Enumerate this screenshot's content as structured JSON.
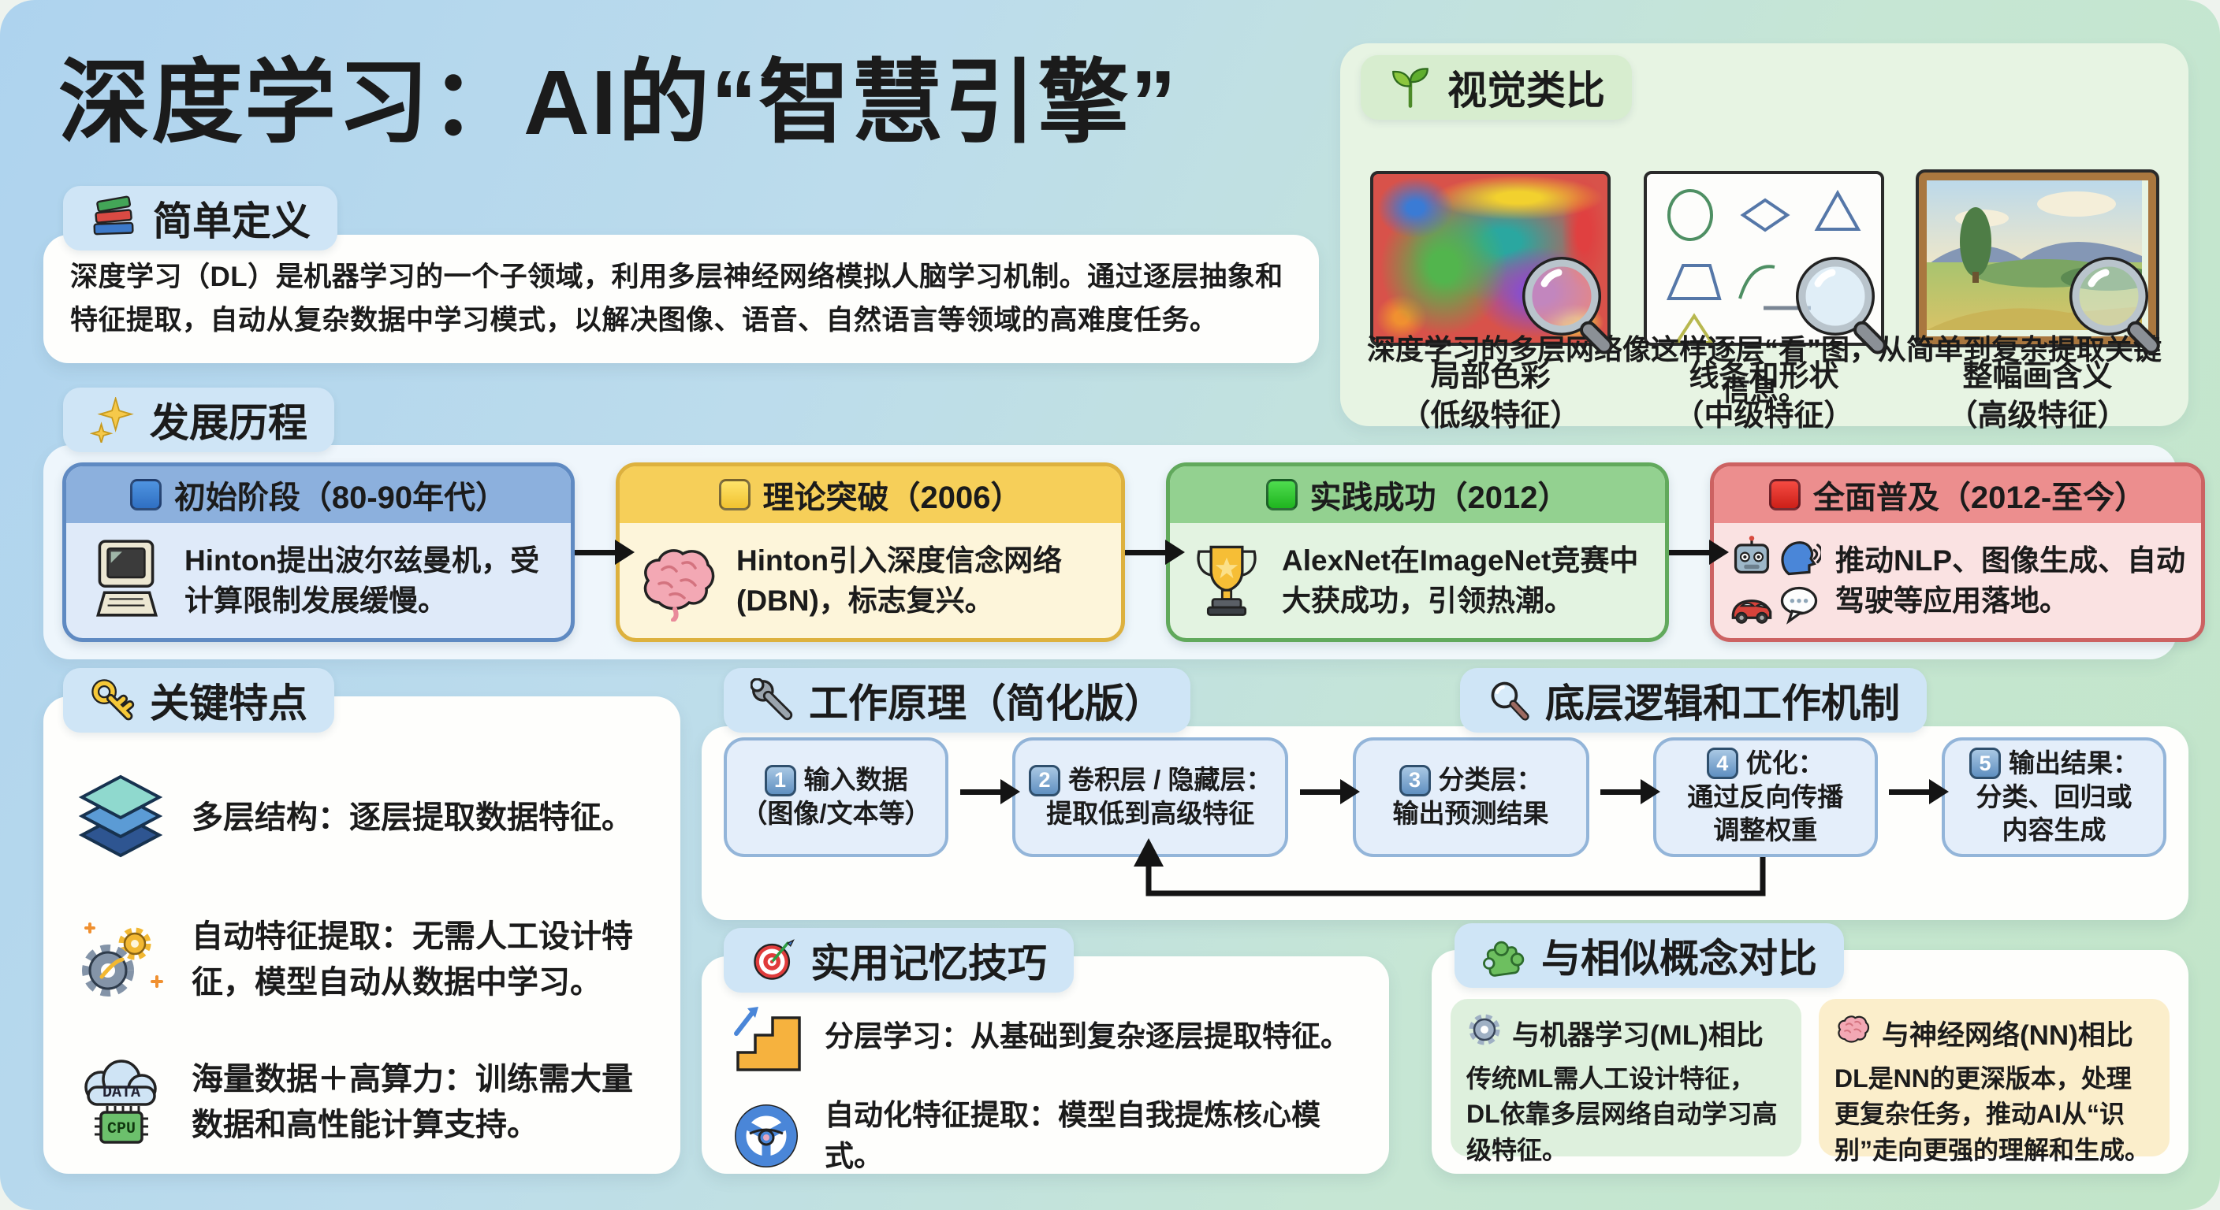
{
  "title": "深度学习：AI的“智慧引擎”",
  "colors": {
    "bg_blue": "#aed3ee",
    "bg_green": "#c2e5c8",
    "stage1": "#5f8ac2",
    "stage2": "#ddb13e",
    "stage3": "#61a95c",
    "stage4": "#cc6262",
    "flow_box_border": "#93b5d9"
  },
  "definition": {
    "header": "简单定义",
    "body": "深度学习（DL）是机器学习的一个子领域，利用多层神经网络模拟人脑学习机制。通过逐层抽象和特征提取，自动从复杂数据中学习模式，以解决图像、语音、自然语言等领域的高难度任务。"
  },
  "visual": {
    "header": "视觉类比",
    "items": [
      {
        "label": "局部色彩\n（低级特征）"
      },
      {
        "label": "线条和形状\n（中级特征）"
      },
      {
        "label": "整幅画含义\n（高级特征）"
      }
    ],
    "caption": "深度学习的多层网络像这样逐层“看”图，从简单到复杂提取关键信息。"
  },
  "timeline": {
    "header": "发展历程",
    "stages": [
      {
        "title": "初始阶段（80-90年代）",
        "text": "Hinton提出波尔兹曼机，受计算限制发展缓慢。"
      },
      {
        "title": "理论突破（2006）",
        "text": "Hinton引入深度信念网络(DBN)，标志复兴。"
      },
      {
        "title": "实践成功（2012）",
        "text": "AlexNet在ImageNet竞赛中大获成功，引领热潮。"
      },
      {
        "title": "全面普及（2012-至今）",
        "text": "推动NLP、图像生成、自动驾驶等应用落地。"
      }
    ]
  },
  "features": {
    "header": "关键特点",
    "items": [
      {
        "text": "多层结构：逐层提取数据特征。"
      },
      {
        "text": "自动特征提取：无需人工设计特征，模型自动从数据中学习。"
      },
      {
        "text": "海量数据＋高算力：训练需大量数据和高性能计算支持。"
      }
    ],
    "cloud_label": "DATA",
    "chip_label": "CPU"
  },
  "pipeline": {
    "header_left": "工作原理（简化版）",
    "header_right": "底层逻辑和工作机制",
    "steps": [
      {
        "num": "1",
        "first": "输入数据",
        "rest": "（图像/文本等）"
      },
      {
        "num": "2",
        "first": "卷积层 / 隐藏层：",
        "rest": "提取低到高级特征"
      },
      {
        "num": "3",
        "first": "分类层：",
        "rest": "输出预测结果"
      },
      {
        "num": "4",
        "first": "优化：",
        "rest": "通过反向传播\n调整权重"
      },
      {
        "num": "5",
        "first": "输出结果：",
        "rest": "分类、回归或\n内容生成"
      }
    ]
  },
  "tips": {
    "header": "实用记忆技巧",
    "items": [
      {
        "text": "分层学习：从基础到复杂逐层提取特征。"
      },
      {
        "text": "自动化特征提取：模型自我提炼核心模式。"
      }
    ]
  },
  "comparison": {
    "header": "与相似概念对比",
    "cards": [
      {
        "title": "与机器学习(ML)相比",
        "text": "传统ML需人工设计特征，DL依靠多层网络自动学习高级特征。"
      },
      {
        "title": "与神经网络(NN)相比",
        "text": "DL是NN的更深版本，处理更复杂任务，推动AI从“识别”走向更强的理解和生成。"
      }
    ]
  }
}
